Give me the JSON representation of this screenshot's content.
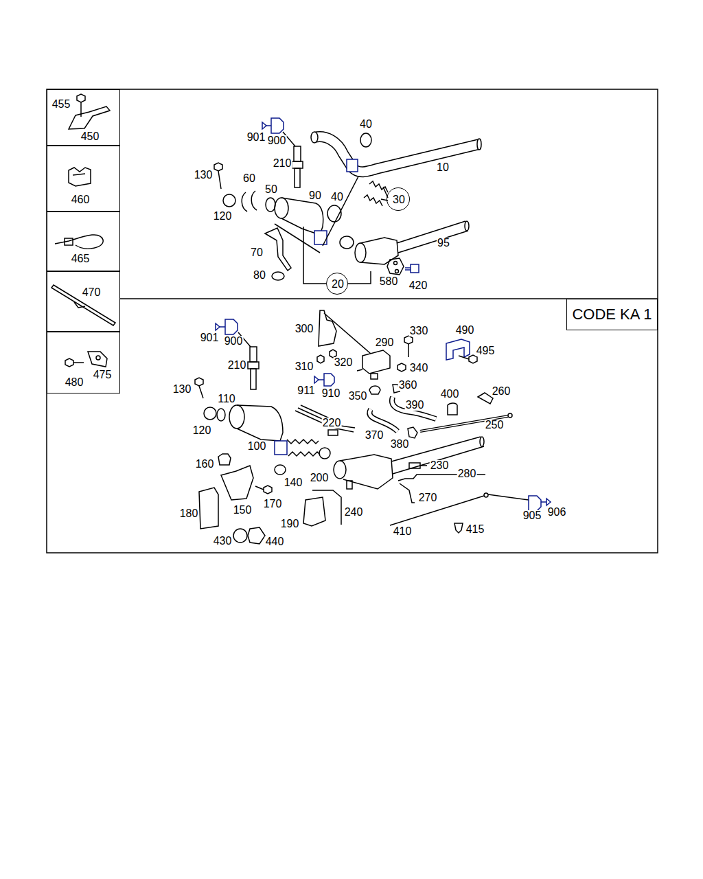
{
  "diagram": {
    "nodes": [
      {
        "text": [
          "455",
          "450"
        ]
      },
      {
        "text": [
          "460"
        ]
      },
      {
        "text": [
          "465"
        ]
      },
      {
        "text": [
          "470"
        ]
      },
      {
        "text": [
          "480",
          "475"
        ]
      },
      {
        "text": [
          "30"
        ]
      },
      {
        "text": [
          "20"
        ]
      },
      {
        "text": [
          "CODE KA 1"
        ]
      }
    ],
    "labels": [
      "901",
      "900",
      "40",
      "210",
      "10",
      "130",
      "60",
      "50",
      "90",
      "40",
      "120",
      "95",
      "70",
      "80",
      "580",
      "420",
      "300",
      "490",
      "330",
      "901",
      "900",
      "290",
      "495",
      "320",
      "210",
      "310",
      "340",
      "360",
      "130",
      "911",
      "260",
      "910",
      "400",
      "350",
      "110",
      "390",
      "220",
      "250",
      "120",
      "370",
      "380",
      "100",
      "160",
      "230",
      "280",
      "200",
      "140",
      "270",
      "170",
      "150",
      "240",
      "906",
      "180",
      "905",
      "190",
      "415",
      "410",
      "430",
      "440"
    ]
  }
}
